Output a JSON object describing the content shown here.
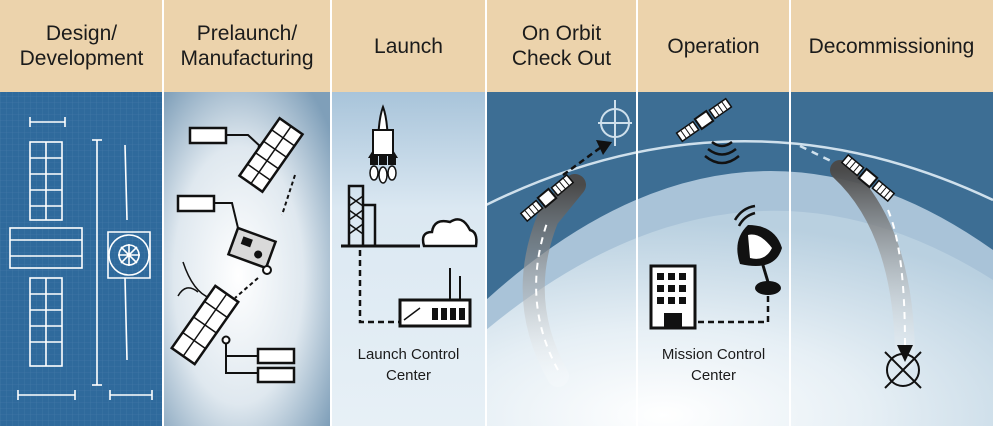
{
  "stages": [
    {
      "id": "design",
      "title": "Design/\nDevelopment"
    },
    {
      "id": "prelaunch",
      "title": "Prelaunch/\nManufacturing"
    },
    {
      "id": "launch",
      "title": "Launch",
      "caption": "Launch Control\nCenter"
    },
    {
      "id": "on-orbit",
      "title": "On Orbit\nCheck Out"
    },
    {
      "id": "operation",
      "title": "Operation",
      "caption": "Mission Control\nCenter"
    },
    {
      "id": "decommissioning",
      "title": "Decommissioning"
    }
  ],
  "colors": {
    "header_bg": "#ecd3ac",
    "divider": "#ffffff",
    "blueprint": "#2f6a9c",
    "space_dark": "#3d6e94",
    "space_light": "#cfe0ec",
    "ink": "#111111"
  },
  "icons": [
    "satellite-icon",
    "rocket-icon",
    "launch-tower-icon",
    "building-icon",
    "dish-antenna-icon",
    "signal-waves-icon",
    "target-icon",
    "cloud-icon"
  ]
}
